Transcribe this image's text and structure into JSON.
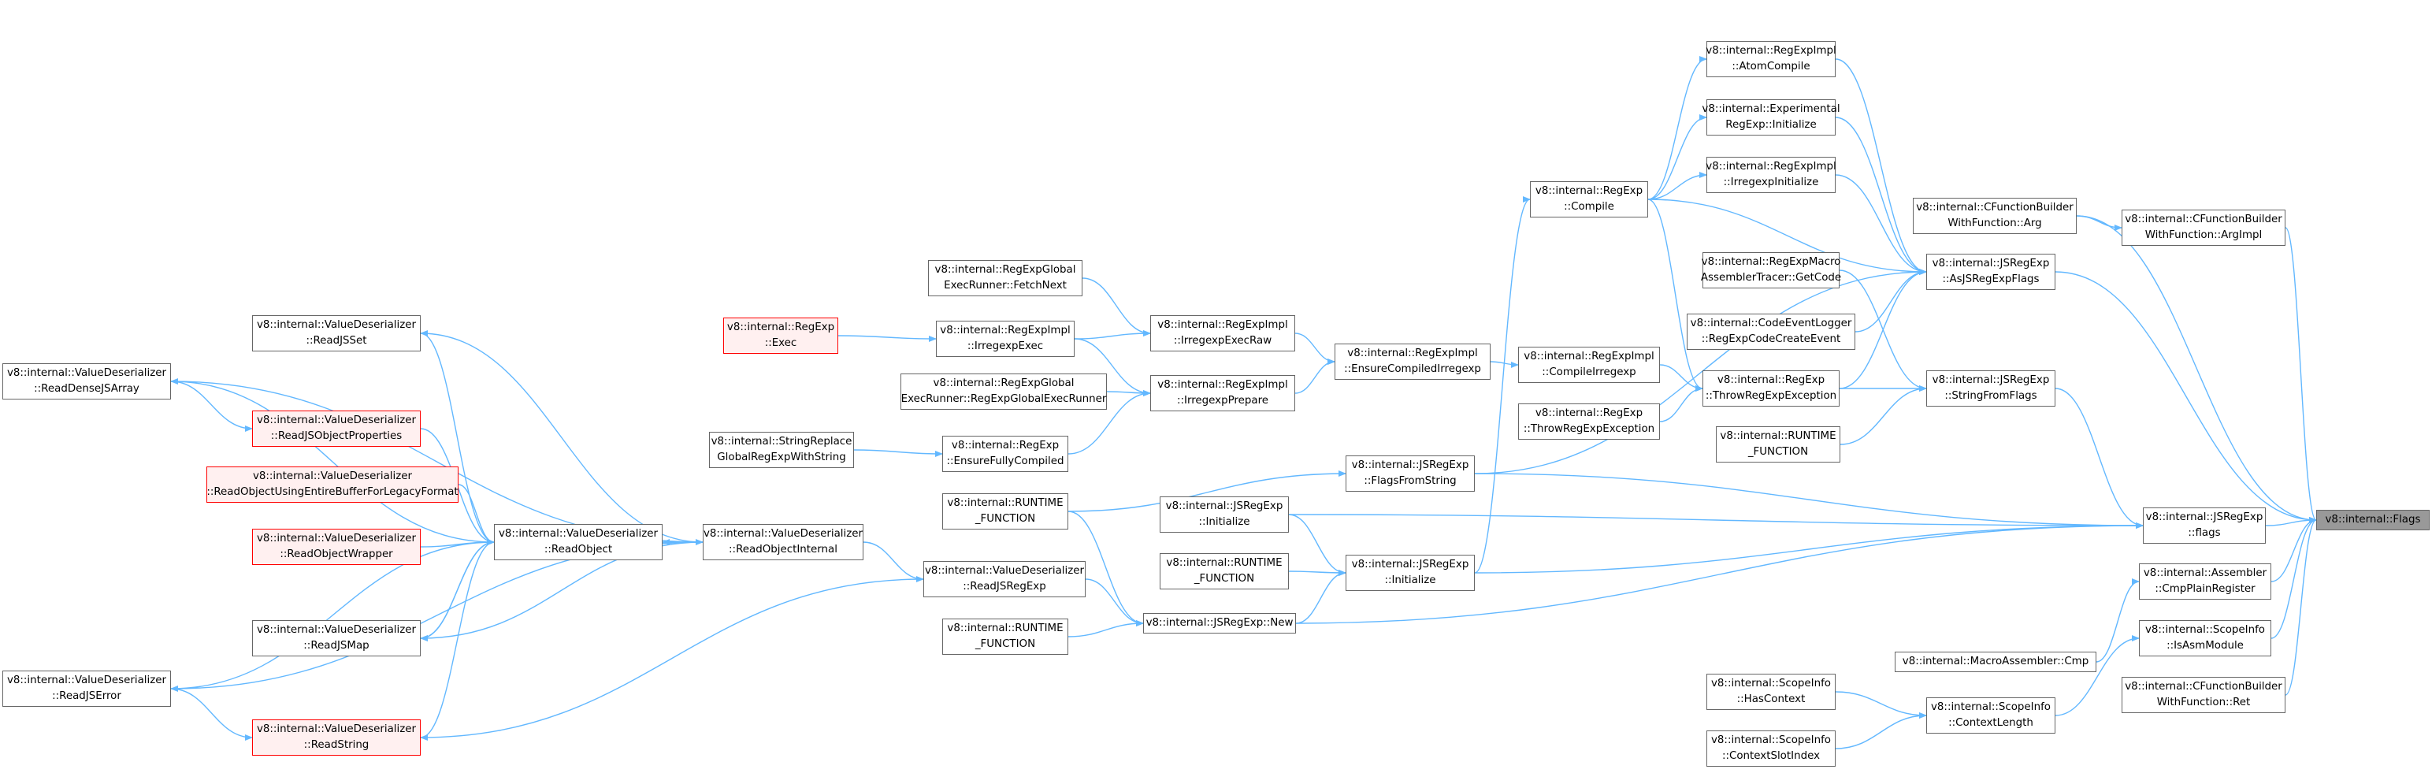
{
  "graph": {
    "title": "",
    "colors": {
      "edge": "#63b8ff",
      "node_border": "#666666",
      "highlight_border": "#ff0000",
      "highlight_fill": "#fff0f0",
      "focus_fill": "#999999"
    },
    "nodes": [
      {
        "id": "flags_focus",
        "lines": [
          "v8::internal::Flags"
        ],
        "style": "focus"
      },
      {
        "id": "cfb_argimpl",
        "lines": [
          "v8::internal::CFunctionBuilder",
          "WithFunction::ArgImpl"
        ]
      },
      {
        "id": "cfb_arg",
        "lines": [
          "v8::internal::CFunctionBuilder",
          "WithFunction::Arg"
        ]
      },
      {
        "id": "jsregexp_flags",
        "lines": [
          "v8::internal::JSRegExp",
          "::flags"
        ]
      },
      {
        "id": "asm_cmpplain",
        "lines": [
          "v8::internal::Assembler",
          "::CmpPlainRegister"
        ]
      },
      {
        "id": "masm_cmp",
        "lines": [
          "v8::internal::MacroAssembler::Cmp"
        ]
      },
      {
        "id": "scope_isasm",
        "lines": [
          "v8::internal::ScopeInfo",
          "::IsAsmModule"
        ]
      },
      {
        "id": "cfb_ret",
        "lines": [
          "v8::internal::CFunctionBuilder",
          "WithFunction::Ret"
        ]
      },
      {
        "id": "scope_ctxlen",
        "lines": [
          "v8::internal::ScopeInfo",
          "::ContextLength"
        ]
      },
      {
        "id": "scope_hasctx",
        "lines": [
          "v8::internal::ScopeInfo",
          "::HasContext"
        ]
      },
      {
        "id": "scope_ctxslot",
        "lines": [
          "v8::internal::ScopeInfo",
          "::ContextSlotIndex"
        ]
      },
      {
        "id": "asjsregexpflags",
        "lines": [
          "v8::internal::JSRegExp",
          "::AsJSRegExpFlags"
        ]
      },
      {
        "id": "stringfromflags",
        "lines": [
          "v8::internal::JSRegExp",
          "::StringFromFlags"
        ]
      },
      {
        "id": "atomcompile",
        "lines": [
          "v8::internal::RegExpImpl",
          "::AtomCompile"
        ]
      },
      {
        "id": "exp_init",
        "lines": [
          "v8::internal::Experimental",
          "RegExp::Initialize"
        ]
      },
      {
        "id": "irregexpinit",
        "lines": [
          "v8::internal::RegExpImpl",
          "::IrregexpInitialize"
        ]
      },
      {
        "id": "regexp_compile",
        "lines": [
          "v8::internal::RegExp",
          "::Compile"
        ]
      },
      {
        "id": "macro_getcode",
        "lines": [
          "v8::internal::RegExpMacro",
          "AssemblerTracer::GetCode"
        ]
      },
      {
        "id": "cel_regexpcode",
        "lines": [
          "v8::internal::CodeEventLogger",
          "::RegExpCodeCreateEvent"
        ]
      },
      {
        "id": "throwregexpexc",
        "lines": [
          "v8::internal::RegExp",
          "::ThrowRegExpException"
        ]
      },
      {
        "id": "runtime_fn_a",
        "lines": [
          "v8::internal::RUNTIME",
          "_FUNCTION"
        ]
      },
      {
        "id": "compileirregexp",
        "lines": [
          "v8::internal::RegExpImpl",
          "::CompileIrregexp"
        ]
      },
      {
        "id": "throwregexpexc2",
        "lines": [
          "v8::internal::RegExp",
          "::ThrowRegExpException"
        ]
      },
      {
        "id": "ensurecompiled",
        "lines": [
          "v8::internal::RegExpImpl",
          "::EnsureCompiledIrregexp"
        ]
      },
      {
        "id": "irregexpexecraw",
        "lines": [
          "v8::internal::RegExpImpl",
          "::IrregexpExecRaw"
        ]
      },
      {
        "id": "irregexpprepare",
        "lines": [
          "v8::internal::RegExpImpl",
          "::IrregexpPrepare"
        ]
      },
      {
        "id": "fetchnext",
        "lines": [
          "v8::internal::RegExpGlobal",
          "ExecRunner::FetchNext"
        ]
      },
      {
        "id": "irregexpexec",
        "lines": [
          "v8::internal::RegExpImpl",
          "::IrregexpExec"
        ]
      },
      {
        "id": "regexp_exec",
        "lines": [
          "v8::internal::RegExp",
          "::Exec"
        ],
        "style": "red"
      },
      {
        "id": "globalexecrunner",
        "lines": [
          "v8::internal::RegExpGlobal",
          "ExecRunner::RegExpGlobalExecRunner"
        ]
      },
      {
        "id": "ensurefully",
        "lines": [
          "v8::internal::RegExp",
          "::EnsureFullyCompiled"
        ]
      },
      {
        "id": "stringreplace",
        "lines": [
          "v8::internal::StringReplace",
          "GlobalRegExpWithString"
        ]
      },
      {
        "id": "flagsfromstring",
        "lines": [
          "v8::internal::JSRegExp",
          "::FlagsFromString"
        ]
      },
      {
        "id": "jsregexp_init1",
        "lines": [
          "v8::internal::JSRegExp",
          "::Initialize"
        ]
      },
      {
        "id": "jsregexp_init2",
        "lines": [
          "v8::internal::JSRegExp",
          "::Initialize"
        ]
      },
      {
        "id": "runtime_fn_b",
        "lines": [
          "v8::internal::RUNTIME",
          "_FUNCTION"
        ]
      },
      {
        "id": "runtime_fn_c",
        "lines": [
          "v8::internal::RUNTIME",
          "_FUNCTION"
        ]
      },
      {
        "id": "runtime_fn_d",
        "lines": [
          "v8::internal::RUNTIME",
          "_FUNCTION"
        ]
      },
      {
        "id": "jsregexp_new",
        "lines": [
          "v8::internal::JSRegExp::New"
        ]
      },
      {
        "id": "readjsregexp",
        "lines": [
          "v8::internal::ValueDeserializer",
          "::ReadJSRegExp"
        ]
      },
      {
        "id": "readobjectinternal",
        "lines": [
          "v8::internal::ValueDeserializer",
          "::ReadObjectInternal"
        ]
      },
      {
        "id": "readobject",
        "lines": [
          "v8::internal::ValueDeserializer",
          "::ReadObject"
        ]
      },
      {
        "id": "readjsset",
        "lines": [
          "v8::internal::ValueDeserializer",
          "::ReadJSSet"
        ]
      },
      {
        "id": "readdensejsarray",
        "lines": [
          "v8::internal::ValueDeserializer",
          "::ReadDenseJSArray"
        ]
      },
      {
        "id": "readjsobjectprops",
        "lines": [
          "v8::internal::ValueDeserializer",
          "::ReadJSObjectProperties"
        ],
        "style": "red"
      },
      {
        "id": "readobjectlegacy",
        "lines": [
          "v8::internal::ValueDeserializer",
          "::ReadObjectUsingEntireBufferForLegacyFormat"
        ],
        "style": "red"
      },
      {
        "id": "readobjectwrapper",
        "lines": [
          "v8::internal::ValueDeserializer",
          "::ReadObjectWrapper"
        ],
        "style": "red"
      },
      {
        "id": "readjsmap",
        "lines": [
          "v8::internal::ValueDeserializer",
          "::ReadJSMap"
        ]
      },
      {
        "id": "readjserror",
        "lines": [
          "v8::internal::ValueDeserializer",
          "::ReadJSError"
        ]
      },
      {
        "id": "readstring",
        "lines": [
          "v8::internal::ValueDeserializer",
          "::ReadString"
        ],
        "style": "red"
      }
    ],
    "edges": [
      [
        "cfb_argimpl",
        "flags_focus"
      ],
      [
        "cfb_arg",
        "cfb_argimpl"
      ],
      [
        "cfb_arg",
        "flags_focus"
      ],
      [
        "jsregexp_flags",
        "flags_focus"
      ],
      [
        "asm_cmpplain",
        "flags_focus"
      ],
      [
        "masm_cmp",
        "asm_cmpplain"
      ],
      [
        "scope_isasm",
        "flags_focus"
      ],
      [
        "cfb_ret",
        "flags_focus"
      ],
      [
        "scope_ctxlen",
        "scope_isasm"
      ],
      [
        "scope_hasctx",
        "scope_ctxlen"
      ],
      [
        "scope_ctxslot",
        "scope_ctxlen"
      ],
      [
        "asjsregexpflags",
        "flags_focus"
      ],
      [
        "stringfromflags",
        "jsregexp_flags"
      ],
      [
        "atomcompile",
        "asjsregexpflags"
      ],
      [
        "exp_init",
        "asjsregexpflags"
      ],
      [
        "irregexpinit",
        "asjsregexpflags"
      ],
      [
        "regexp_compile",
        "asjsregexpflags"
      ],
      [
        "regexp_compile",
        "atomcompile"
      ],
      [
        "regexp_compile",
        "exp_init"
      ],
      [
        "regexp_compile",
        "irregexpinit"
      ],
      [
        "macro_getcode",
        "stringfromflags"
      ],
      [
        "cel_regexpcode",
        "asjsregexpflags"
      ],
      [
        "throwregexpexc",
        "asjsregexpflags"
      ],
      [
        "throwregexpexc",
        "stringfromflags"
      ],
      [
        "runtime_fn_a",
        "stringfromflags"
      ],
      [
        "compileirregexp",
        "throwregexpexc"
      ],
      [
        "throwregexpexc2",
        "throwregexpexc"
      ],
      [
        "regexp_compile",
        "throwregexpexc"
      ],
      [
        "ensurecompiled",
        "compileirregexp"
      ],
      [
        "irregexpexecraw",
        "ensurecompiled"
      ],
      [
        "irregexpprepare",
        "ensurecompiled"
      ],
      [
        "fetchnext",
        "irregexpexecraw"
      ],
      [
        "irregexpexec",
        "irregexpexecraw"
      ],
      [
        "irregexpexec",
        "irregexpprepare"
      ],
      [
        "regexp_exec",
        "irregexpexec"
      ],
      [
        "globalexecrunner",
        "irregexpprepare"
      ],
      [
        "ensurefully",
        "irregexpprepare"
      ],
      [
        "stringreplace",
        "ensurefully"
      ],
      [
        "flagsfromstring",
        "jsregexp_flags"
      ],
      [
        "flagsfromstring",
        "asjsregexpflags"
      ],
      [
        "jsregexp_init1",
        "jsregexp_flags"
      ],
      [
        "jsregexp_init2",
        "jsregexp_flags"
      ],
      [
        "jsregexp_init2",
        "regexp_compile"
      ],
      [
        "jsregexp_init1",
        "jsregexp_init2"
      ],
      [
        "runtime_fn_b",
        "flagsfromstring"
      ],
      [
        "runtime_fn_c",
        "jsregexp_init2"
      ],
      [
        "jsregexp_new",
        "jsregexp_flags"
      ],
      [
        "jsregexp_new",
        "jsregexp_init2"
      ],
      [
        "runtime_fn_b",
        "jsregexp_new"
      ],
      [
        "runtime_fn_d",
        "jsregexp_new"
      ],
      [
        "readjsregexp",
        "jsregexp_new"
      ],
      [
        "readobjectinternal",
        "readjsregexp"
      ],
      [
        "readobject",
        "readobjectinternal"
      ],
      [
        "readobjectinternal",
        "readobject"
      ],
      [
        "readjsset",
        "readobject"
      ],
      [
        "readobjectinternal",
        "readjsset"
      ],
      [
        "readdensejsarray",
        "readobject"
      ],
      [
        "readobjectinternal",
        "readdensejsarray"
      ],
      [
        "readjsobjectprops",
        "readobject"
      ],
      [
        "readdensejsarray",
        "readjsobjectprops"
      ],
      [
        "readobjectlegacy",
        "readobject"
      ],
      [
        "readobjectwrapper",
        "readobject"
      ],
      [
        "readjsmap",
        "readobject"
      ],
      [
        "readobject",
        "readjsmap"
      ],
      [
        "readobjectinternal",
        "readjsmap"
      ],
      [
        "readjserror",
        "readobject"
      ],
      [
        "readobjectinternal",
        "readjserror"
      ],
      [
        "readstring",
        "readobject"
      ],
      [
        "readjsregexp",
        "readstring"
      ],
      [
        "readjserror",
        "readstring"
      ]
    ]
  }
}
